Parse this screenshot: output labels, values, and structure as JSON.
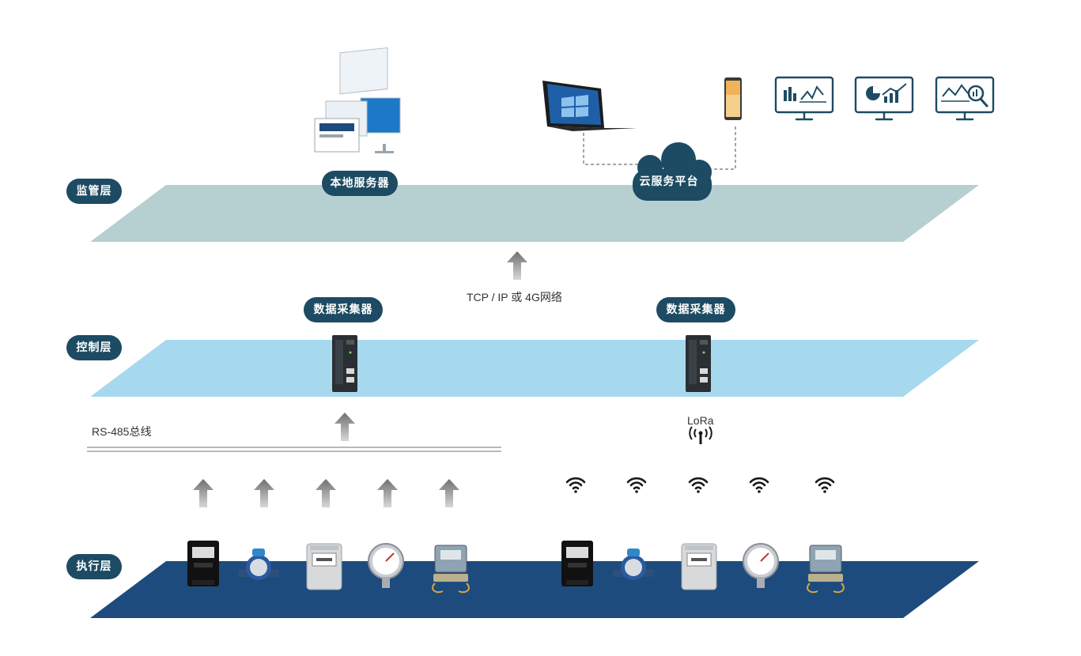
{
  "layers": {
    "supervision": {
      "label": "监管层",
      "color": "#b6cfd1"
    },
    "control": {
      "label": "控制层",
      "color": "#a6d9ee"
    },
    "execution": {
      "label": "执行层",
      "color": "#1d4b7d"
    }
  },
  "nodes": {
    "local_server": "本地服务器",
    "cloud_platform": "云服务平台",
    "collector_left": "数据采集器",
    "collector_right": "数据采集器"
  },
  "links": {
    "network": "TCP / IP 或 4G网络",
    "bus": "RS-485总线",
    "wireless": "LoRa"
  },
  "devices": [
    "electricity-meter",
    "water-meter",
    "gas-meter",
    "pressure-gauge",
    "heat-meter"
  ],
  "icons": {
    "monitor_1": "bar-line-chart-monitor-icon",
    "monitor_2": "pie-trend-monitor-icon",
    "monitor_3": "line-search-monitor-icon"
  },
  "colors": {
    "label_bg": "#1d4b63",
    "arrow": "#8a8a8a",
    "wifi": "#1a1a1a"
  }
}
